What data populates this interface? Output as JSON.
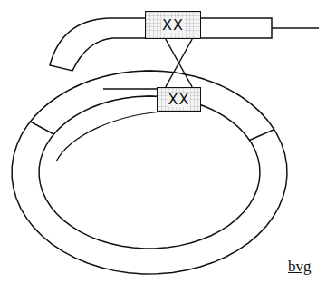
{
  "diagram": {
    "nodes": [
      {
        "text": [
          "XX"
        ]
      },
      {
        "text": [
          "XX"
        ]
      }
    ],
    "edges": [
      {
        "from": 0,
        "to": 1,
        "arrow": "none"
      }
    ],
    "labels": [
      "bvg"
    ]
  }
}
